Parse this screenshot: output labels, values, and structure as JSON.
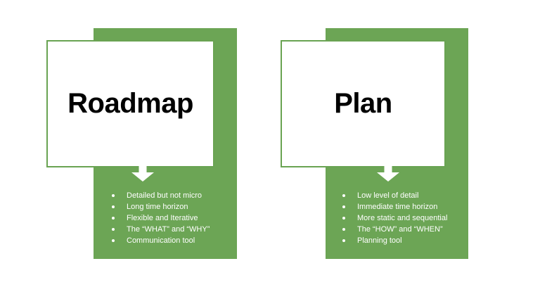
{
  "theme": {
    "green": "#6ca555",
    "box_border": "#69a352",
    "title_color": "#000000",
    "bullet_text_color": "#ffffff",
    "arrow_color": "#ffffff",
    "background": "#ffffff"
  },
  "cards": [
    {
      "title": "Roadmap",
      "bullets": [
        "Detailed but not micro",
        "Long time horizon",
        "Flexible and Iterative",
        "The “WHAT” and “WHY”",
        "Communication tool"
      ]
    },
    {
      "title": "Plan",
      "bullets": [
        "Low level of detail",
        "Immediate time horizon",
        "More static and sequential",
        "The “HOW” and “WHEN”",
        "Planning tool"
      ]
    }
  ]
}
